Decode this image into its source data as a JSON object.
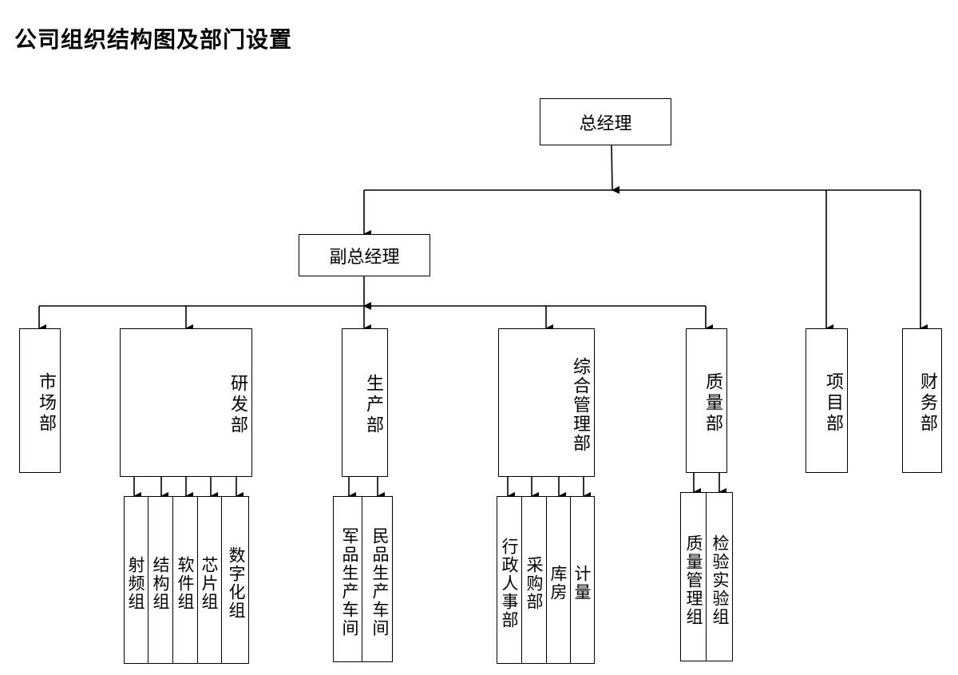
{
  "title": "公司组织结构图及部门设置",
  "nodes": {
    "gm": "总经理",
    "vgm": "副总经理",
    "market": "市场部",
    "rd": "研发部",
    "production": "生产部",
    "general": "综合管理部",
    "quality": "质量部",
    "project": "项目部",
    "finance": "财务部"
  },
  "subgroups": {
    "rd": [
      "射频组",
      "结构组",
      "软件组",
      "芯片组",
      "数字化组"
    ],
    "production": [
      "军品生产车间",
      "民品生产车间"
    ],
    "general": [
      "行政人事部",
      "采购部",
      "库房",
      "计量"
    ],
    "quality": [
      "质量管理组",
      "检验实验组"
    ]
  }
}
